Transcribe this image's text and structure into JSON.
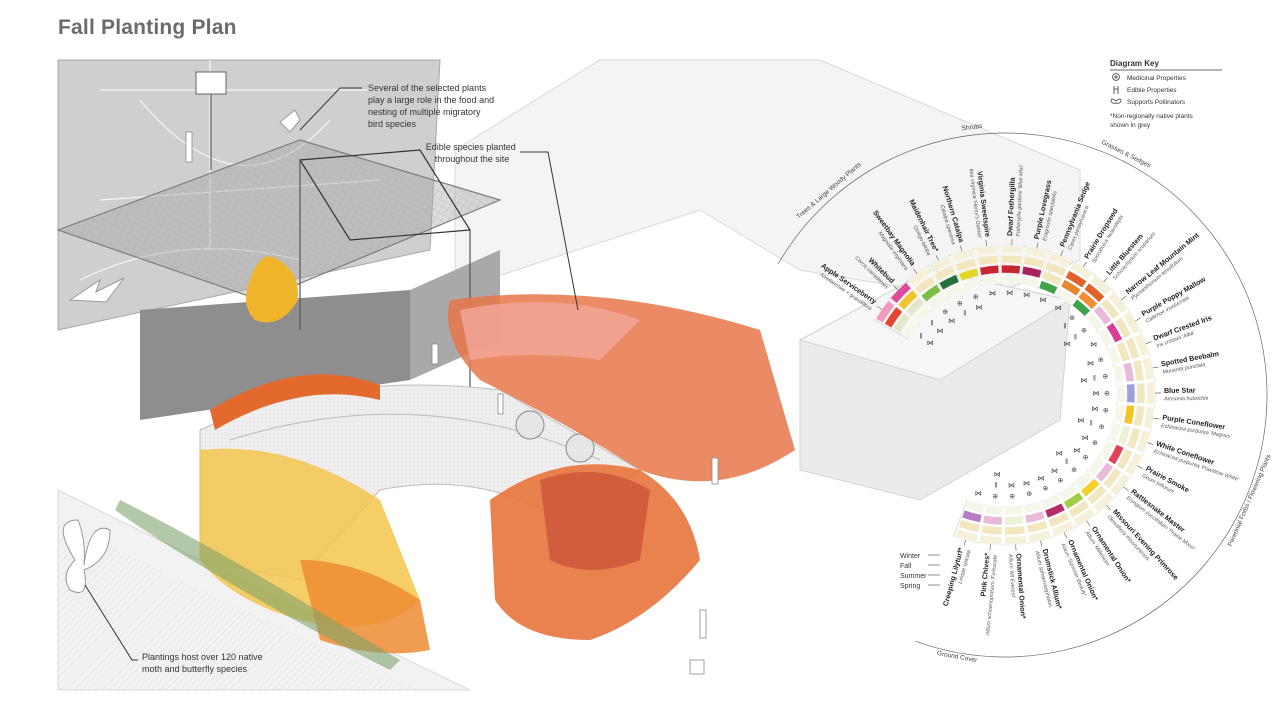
{
  "title": "Fall Planting Plan",
  "key": {
    "title": "Diagram Key",
    "items": [
      {
        "icon": "medicinal-icon",
        "label": "Medicinal Properties"
      },
      {
        "icon": "edible-icon",
        "label": "Edible Properties"
      },
      {
        "icon": "pollinator-icon",
        "label": "Supports Pollinators"
      }
    ],
    "note_line1": "*Non-regionally native plants",
    "note_line2": "shown in grey"
  },
  "annotations": {
    "birds": [
      "Several of the selected plants",
      "play a large role in the food and",
      "nesting of multiple migratory",
      "bird species"
    ],
    "edible": [
      "Edible species planted",
      "throughout the site"
    ],
    "moths": [
      "Plantings host over 120 native",
      "moth and butterfly species"
    ]
  },
  "seasons": [
    "Winter",
    "Fall",
    "Summer",
    "Spring"
  ],
  "groups": [
    {
      "label": "Trees & Large Woody Plants"
    },
    {
      "label": "Shrubs"
    },
    {
      "label": "Grasses & Sedges"
    },
    {
      "label": "Perennial Forbs / Flowering Plants"
    },
    {
      "label": "Ground Cover"
    }
  ],
  "plants": [
    {
      "name": "Apple Serviceberry",
      "latin": "Amelanchier × grandiflora",
      "group": 0,
      "colors": [
        "#f3f6e9",
        "#e2e8c9",
        "#e64534",
        "#f29ab9"
      ],
      "medicinal": false,
      "edible": true,
      "pollinator": true
    },
    {
      "name": "Whitebud",
      "latin": "Cercis canadensis",
      "group": 0,
      "colors": [
        "#f3f6e9",
        "#e2e8c9",
        "#f2c32c",
        "#e04a9a"
      ],
      "medicinal": false,
      "edible": true,
      "pollinator": true
    },
    {
      "name": "Sweetbay Magnolia",
      "latin": "Magnolia virginiana",
      "group": 0,
      "colors": [
        "#f3f6e9",
        "#7cbe44",
        "#f2e7bf",
        "#f4f0d9"
      ],
      "medicinal": true,
      "edible": false,
      "pollinator": true
    },
    {
      "name": "Maidenhair Tree*",
      "latin": "Ginkgo biloba",
      "group": 0,
      "colors": [
        "#f3f6e9",
        "#23703d",
        "#f2e7bf",
        "#f4f0d9"
      ],
      "medicinal": true,
      "edible": true,
      "pollinator": false
    },
    {
      "name": "Northern Catalpa",
      "latin": "Catalpa speciosa",
      "group": 1,
      "colors": [
        "#f3f6e9",
        "#e3d62b",
        "#f2e7bf",
        "#f4f0d9"
      ],
      "medicinal": true,
      "edible": false,
      "pollinator": true
    },
    {
      "name": "Virginia Sweetspire",
      "latin": "Itea virginica 'Henry's Garnet'",
      "group": 1,
      "colors": [
        "#f3f6e9",
        "#c7252f",
        "#f2e7bf",
        "#f4f0d9"
      ],
      "medicinal": false,
      "edible": false,
      "pollinator": true
    },
    {
      "name": "Dwarf Fothergilla",
      "latin": "Fothergilla gardenii 'Blue Mist'",
      "group": 1,
      "colors": [
        "#f3f6e9",
        "#c7252f",
        "#f2e7bf",
        "#f4f0d9"
      ],
      "medicinal": false,
      "edible": false,
      "pollinator": true
    },
    {
      "name": "Purple Lovegrass",
      "latin": "Eragrostis spectabilis",
      "group": 2,
      "colors": [
        "#f3f6e9",
        "#a6225d",
        "#f2e7bf",
        "#f4f0d9"
      ],
      "medicinal": false,
      "edible": false,
      "pollinator": true
    },
    {
      "name": "Pennsylvania Sedge",
      "latin": "Carex pensylvanica",
      "group": 2,
      "colors": [
        "#3ea34a",
        "#f2e7bf",
        "#f2e7bf",
        "#f4f0d9"
      ],
      "medicinal": false,
      "edible": false,
      "pollinator": true
    },
    {
      "name": "Prairie Dropseed",
      "latin": "Sporobolus heterolepis",
      "group": 2,
      "colors": [
        "#f3f6e9",
        "#e8882c",
        "#e1612a",
        "#f4f0d9"
      ],
      "medicinal": false,
      "edible": false,
      "pollinator": true
    },
    {
      "name": "Little Bluestem",
      "latin": "Schizachyrium scoparium",
      "group": 2,
      "colors": [
        "#3ea34a",
        "#f08c35",
        "#e1612a",
        "#f4f0d9"
      ],
      "medicinal": true,
      "edible": true,
      "pollinator": false
    },
    {
      "name": "Narrow Leaf Mountain Mint",
      "latin": "Pycnanthemum tenuifolium",
      "group": 3,
      "colors": [
        "#f3f6e9",
        "#e9b9d8",
        "#f2e7bf",
        "#f4f0d9"
      ],
      "medicinal": true,
      "edible": true,
      "pollinator": true
    },
    {
      "name": "Purple Poppy Mallow",
      "latin": "Callirhoe involucrata",
      "group": 3,
      "colors": [
        "#f3f6e9",
        "#d83f94",
        "#f2e7bf",
        "#f4f0d9"
      ],
      "medicinal": false,
      "edible": false,
      "pollinator": true
    },
    {
      "name": "Dwarf Crested Iris",
      "latin": "Iris cristata 'Alba'",
      "group": 3,
      "colors": [
        "#f3f6e9",
        "#f2e7bf",
        "#f2e7bf",
        "#f4f0d9"
      ],
      "medicinal": true,
      "edible": false,
      "pollinator": true
    },
    {
      "name": "Spotted Beebalm",
      "latin": "Monarda punctata",
      "group": 3,
      "colors": [
        "#f3f6e9",
        "#e9b9d8",
        "#f2e7bf",
        "#f4f0d9"
      ],
      "medicinal": true,
      "edible": true,
      "pollinator": true
    },
    {
      "name": "Blue Star",
      "latin": "Amsonia hubrichtii",
      "group": 3,
      "colors": [
        "#f3f6e9",
        "#9c9fdc",
        "#f2e7bf",
        "#f4f0d9"
      ],
      "medicinal": true,
      "edible": false,
      "pollinator": true
    },
    {
      "name": "Purple Coneflower",
      "latin": "Echinacea purpurea 'Magnus'",
      "group": 3,
      "colors": [
        "#f3f6e9",
        "#f3c522",
        "#f2e7bf",
        "#f4f0d9"
      ],
      "medicinal": true,
      "edible": false,
      "pollinator": true
    },
    {
      "name": "White Coneflower",
      "latin": "Echinacea purpurea 'PowWow White'",
      "group": 3,
      "colors": [
        "#f3f6e9",
        "#edf1d6",
        "#f2e7bf",
        "#f4f0d9"
      ],
      "medicinal": true,
      "edible": true,
      "pollinator": true
    },
    {
      "name": "Prairie Smoke",
      "latin": "Geum triflorum",
      "group": 3,
      "colors": [
        "#f3f6e9",
        "#e04257",
        "#f2e7bf",
        "#f4f0d9"
      ],
      "medicinal": true,
      "edible": false,
      "pollinator": true
    },
    {
      "name": "Rattlesnake Master",
      "latin": "Eryngium yuccifolium 'Prairie Moon'",
      "group": 3,
      "colors": [
        "#f3f6e9",
        "#e9b9d8",
        "#f2e7bf",
        "#f4f0d9"
      ],
      "medicinal": true,
      "edible": false,
      "pollinator": true
    },
    {
      "name": "Missouri Evening Primrose",
      "latin": "Oenothera missouriensis",
      "group": 3,
      "colors": [
        "#f3f6e9",
        "#f5ce28",
        "#f2e7bf",
        "#f4f0d9"
      ],
      "medicinal": true,
      "edible": true,
      "pollinator": true
    },
    {
      "name": "Ornamental Onion*",
      "latin": "Allium 'Millenium'",
      "group": 3,
      "colors": [
        "#f3f6e9",
        "#9fcf45",
        "#f2e7bf",
        "#f4f0d9"
      ],
      "medicinal": true,
      "edible": false,
      "pollinator": true
    },
    {
      "name": "Ornamental Onion*",
      "latin": "Allium 'Summer Beauty'",
      "group": 3,
      "colors": [
        "#f3f6e9",
        "#b52d68",
        "#f2e7bf",
        "#f4f0d9"
      ],
      "medicinal": true,
      "edible": false,
      "pollinator": true
    },
    {
      "name": "Drumstick Allium*",
      "latin": "Allium sphaerocephalon",
      "group": 3,
      "colors": [
        "#f3f6e9",
        "#e9b9d8",
        "#f2e7bf",
        "#f4f0d9"
      ],
      "medicinal": true,
      "edible": false,
      "pollinator": true
    },
    {
      "name": "Ornamental Onion*",
      "latin": "Allium 'Mt Everest'",
      "group": 3,
      "colors": [
        "#f3f6e9",
        "#edf1d6",
        "#f2e7bf",
        "#f4f0d9"
      ],
      "medicinal": true,
      "edible": false,
      "pollinator": true
    },
    {
      "name": "Pink Chives*",
      "latin": "Allium schoenoprasum 'Forescate'",
      "group": 4,
      "colors": [
        "#f3f6e9",
        "#e9b9d8",
        "#f2e7bf",
        "#f4f0d9"
      ],
      "medicinal": true,
      "edible": true,
      "pollinator": true
    },
    {
      "name": "Creeping Lilyturf*",
      "latin": "Liriope spicata",
      "group": 4,
      "colors": [
        "#f3f6e9",
        "#b67cc4",
        "#f2e7bf",
        "#f4f0d9"
      ],
      "medicinal": false,
      "edible": false,
      "pollinator": true
    }
  ]
}
